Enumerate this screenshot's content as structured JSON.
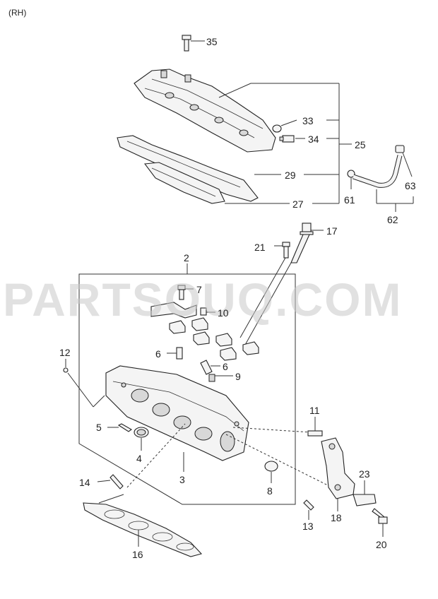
{
  "header": {
    "side_label": "(RH)"
  },
  "watermark": "PARTSOUQ.COM",
  "callouts": {
    "c2": "2",
    "c3": "3",
    "c4": "4",
    "c5": "5",
    "c6a": "6",
    "c6b": "6",
    "c7": "7",
    "c8": "8",
    "c9": "9",
    "c10": "10",
    "c11": "11",
    "c12": "12",
    "c13": "13",
    "c14": "14",
    "c16": "16",
    "c17": "17",
    "c18": "18",
    "c20": "20",
    "c21": "21",
    "c23": "23",
    "c25": "25",
    "c27": "27",
    "c29": "29",
    "c33": "33",
    "c34": "34",
    "c35": "35",
    "c61": "61",
    "c62": "62",
    "c63": "63"
  }
}
